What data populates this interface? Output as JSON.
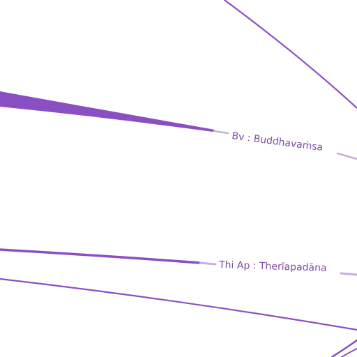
{
  "diagram": {
    "colors": {
      "edge": "#8a4fc2",
      "edge_light": "#c8aedf",
      "label": "#7f4aa8",
      "background": "#ffffff"
    },
    "labels": [
      {
        "id": "bv",
        "text": "Bv : Buddhavaṁsa"
      },
      {
        "id": "thiap",
        "text": "Thi Ap : Therīapadāna"
      }
    ]
  }
}
